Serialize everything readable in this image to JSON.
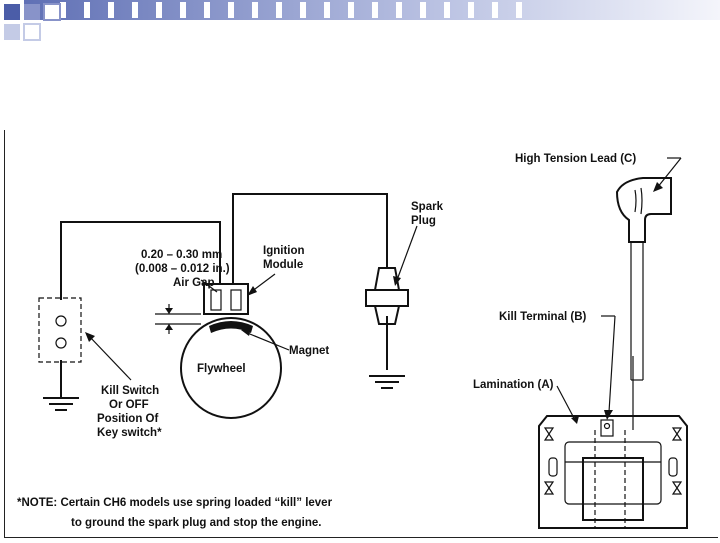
{
  "labels": {
    "spark_plug_line1": "Spark",
    "spark_plug_line2": "Plug",
    "air_gap_line1": "0.20 – 0.30 mm",
    "air_gap_line2": "(0.008 – 0.012 in.)",
    "air_gap_line3": "Air Gap",
    "ignition_module_line1": "Ignition",
    "ignition_module_line2": "Module",
    "magnet": "Magnet",
    "flywheel": "Flywheel",
    "kill_switch_line1": "Kill Switch",
    "kill_switch_line2": "Or OFF",
    "kill_switch_line3": "Position Of",
    "kill_switch_line4": "Key switch*",
    "high_tension_lead": "High Tension Lead (C)",
    "kill_terminal": "Kill Terminal (B)",
    "lamination": "Lamination (A)"
  },
  "note": {
    "line1": "*NOTE: Certain CH6 models use spring loaded “kill” lever",
    "line2": "to ground the spark plug and stop the engine."
  },
  "colors": {
    "deco_dark": "#4b5da8",
    "deco_light": "#c4cbe6",
    "line": "#111111"
  }
}
